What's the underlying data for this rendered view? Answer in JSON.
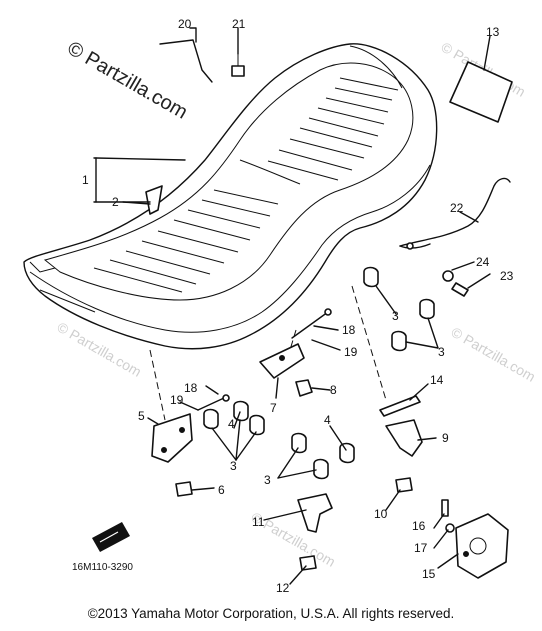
{
  "watermark": {
    "main": "© Partzilla.com",
    "faint": [
      "© Partzilla.com",
      "© Partzilla.com",
      "© Partzilla.com",
      "© Partzilla.com"
    ]
  },
  "diagram_code": "16M110-3290",
  "copyright": "©2013  Yamaha Motor Corporation, U.S.A. All rights reserved.",
  "callouts": {
    "c1": "1",
    "c2": "2",
    "c3a": "3",
    "c3b": "3",
    "c3c": "3",
    "c3d": "3",
    "c4a": "4",
    "c4b": "4",
    "c5": "5",
    "c6": "6",
    "c7": "7",
    "c8": "8",
    "c9": "9",
    "c10": "10",
    "c11": "11",
    "c12": "12",
    "c13": "13",
    "c14": "14",
    "c15": "15",
    "c16": "16",
    "c17": "17",
    "c18a": "18",
    "c18b": "18",
    "c19a": "19",
    "c19b": "19",
    "c20": "20",
    "c21": "21",
    "c22": "22",
    "c23": "23",
    "c24": "24"
  },
  "icons": {
    "front_arrow": "front-direction-arrow-icon"
  }
}
